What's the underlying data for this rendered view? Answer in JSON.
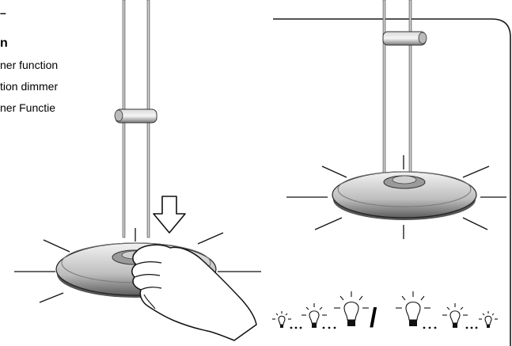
{
  "heading": {
    "line1": "–",
    "line2": "n"
  },
  "languages": [
    {
      "text": "ner function"
    },
    {
      "text": "tion dimmer"
    },
    {
      "text": "ner Functie"
    }
  ],
  "separator": "/",
  "icons": {
    "left_lamp": "pendant-lamp-icon",
    "right_lamp": "pendant-lamp-icon",
    "hand": "hand-touch-icon",
    "arrow": "down-arrow-icon",
    "bulbs": "light-bulb-icon"
  }
}
